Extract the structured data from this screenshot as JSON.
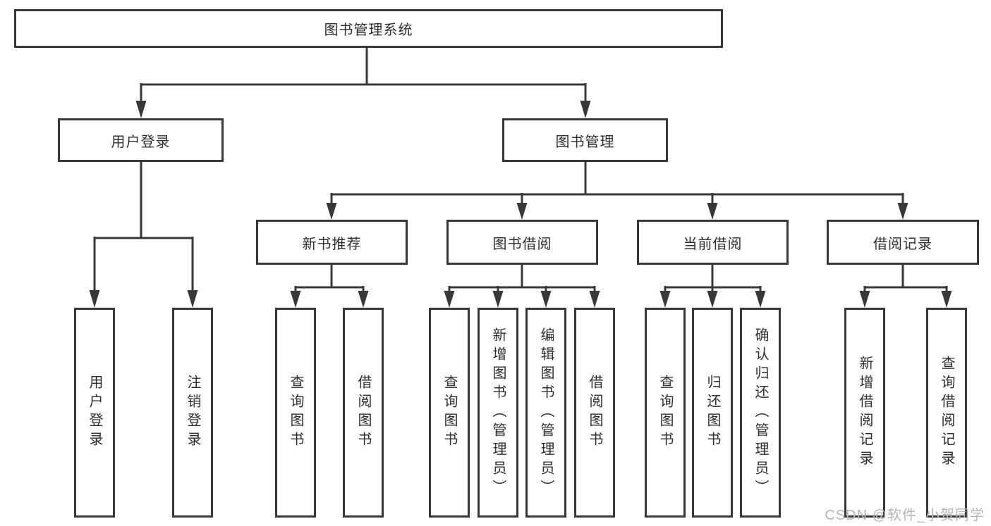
{
  "diagram": {
    "root": "图书管理系统",
    "level2": [
      "用户登录",
      "图书管理"
    ],
    "level3": [
      "新书推荐",
      "图书借阅",
      "当前借阅",
      "借阅记录"
    ],
    "leaves_user_login": [
      "用户登录",
      "注销登录"
    ],
    "leaves_new_book": [
      "查询图书",
      "借阅图书"
    ],
    "leaves_book_borrow": [
      "查询图书",
      "新增图书（管理员）",
      "编辑图书（管理员）",
      "借阅图书"
    ],
    "leaves_current_borrow": [
      "查询图书",
      "归还图书",
      "确认归还（管理员）"
    ],
    "leaves_borrow_record": [
      "新增借阅记录",
      "查询借阅记录"
    ],
    "colors": {
      "line": "#383838",
      "box_border": "#383838",
      "text": "#2e2e2e",
      "background": "#ffffff",
      "watermark": "#b6b6b6"
    }
  },
  "watermark": "CSDN @软件_小贺同学"
}
